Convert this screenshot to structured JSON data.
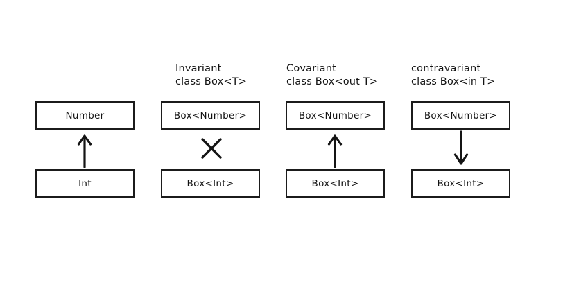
{
  "diagram": {
    "title_shown": false,
    "background_color": "#ffffff",
    "stroke_color": "#1b1b1b",
    "columns": [
      {
        "id": "plain-types",
        "header_line1": "",
        "header_line2": "",
        "top_node": "Number",
        "bottom_node": "Int",
        "relation": "arrow-up",
        "relation_name": "subtype-arrow-up"
      },
      {
        "id": "invariant",
        "header_line1": "Invariant",
        "header_line2": "class Box<T>",
        "top_node": "Box<Number>",
        "bottom_node": "Box<Int>",
        "relation": "cross",
        "relation_name": "no-subtype-cross"
      },
      {
        "id": "covariant",
        "header_line1": "Covariant",
        "header_line2": "class Box<out T>",
        "top_node": "Box<Number>",
        "bottom_node": "Box<Int>",
        "relation": "arrow-up",
        "relation_name": "subtype-arrow-up"
      },
      {
        "id": "contravariant",
        "header_line1": "contravariant",
        "header_line2": "class Box<in T>",
        "top_node": "Box<Number>",
        "bottom_node": "Box<Int>",
        "relation": "arrow-down",
        "relation_name": "supertype-arrow-down"
      }
    ]
  }
}
